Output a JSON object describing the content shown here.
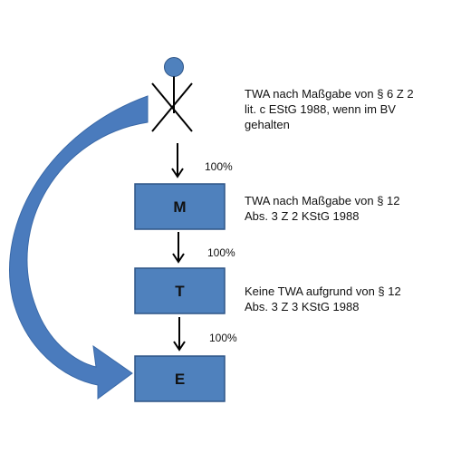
{
  "colors": {
    "box_fill": "#4f81bd",
    "box_stroke": "#2e5587",
    "curved_arrow_fill": "#4a7bbd",
    "curved_arrow_stroke": "#3a69a8",
    "person_head": "#4f81bd",
    "line": "#000000"
  },
  "nodes": [
    {
      "id": "M",
      "label": "M"
    },
    {
      "id": "T",
      "label": "T"
    },
    {
      "id": "E",
      "label": "E"
    }
  ],
  "connectors": [
    {
      "from": "person",
      "to": "M",
      "share": "100%"
    },
    {
      "from": "M",
      "to": "T",
      "share": "100%"
    },
    {
      "from": "T",
      "to": "E",
      "share": "100%"
    }
  ],
  "notes": {
    "person": [
      "TWA nach Maßgabe von § 6 Z 2",
      "lit. c EStG 1988, wenn im BV",
      "gehalten"
    ],
    "M": [
      "TWA nach Maßgabe von § 12",
      "Abs. 3 Z 2 KStG 1988"
    ],
    "T": [
      "Keine TWA aufgrund von § 12",
      "Abs. 3 Z 3 KStG 1988"
    ]
  },
  "icons": {
    "person": "crossed-person-icon",
    "curved_arrow": "curved-arrow-icon",
    "down_arrow": "down-arrow-icon"
  }
}
